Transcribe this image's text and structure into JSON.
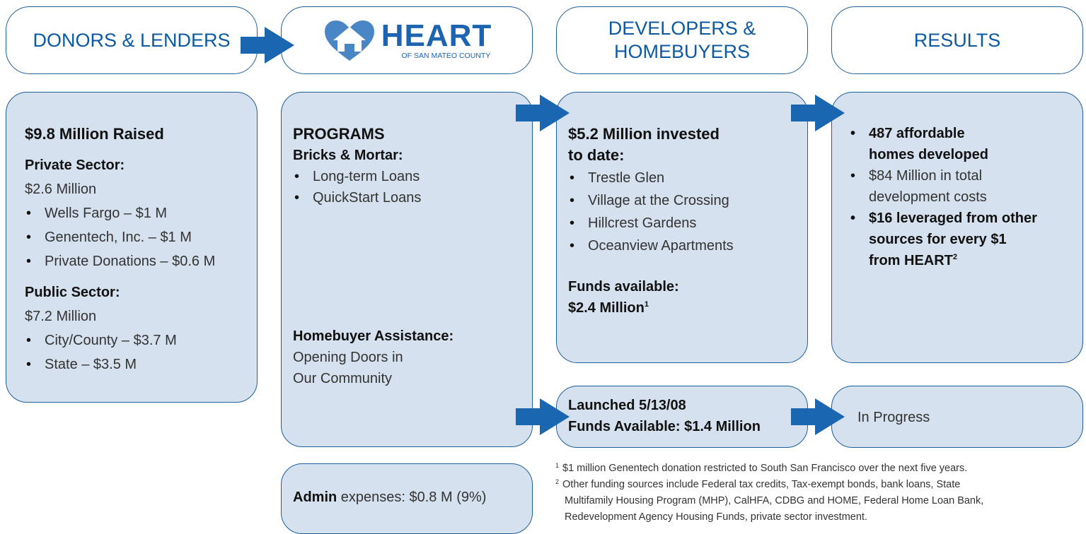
{
  "headers": {
    "donors": "DONORS & LENDERS",
    "logo_main": "HEART",
    "logo_sub": "OF SAN MATEO COUNTY",
    "developers_line1": "DEVELOPERS &",
    "developers_line2": "HOMEBUYERS",
    "results": "RESULTS"
  },
  "donors_box": {
    "title": "$9.8 Million Raised",
    "private_heading": "Private Sector:",
    "private_total": "$2.6 Million",
    "private_items": [
      "Wells Fargo – $1 M",
      "Genentech, Inc. – $1 M",
      "Private Donations – $0.6 M"
    ],
    "public_heading": "Public Sector:",
    "public_total": "$7.2 Million",
    "public_items": [
      "City/County – $3.7 M",
      "State – $3.5 M"
    ]
  },
  "programs_box": {
    "title": "PROGRAMS",
    "bricks_heading": "Bricks & Mortar:",
    "bricks_items": [
      "Long-term Loans",
      "QuickStart Loans"
    ],
    "homebuyer_heading": "Homebuyer Assistance:",
    "homebuyer_line1": "Opening Doors in",
    "homebuyer_line2": "Our Community"
  },
  "admin_box": {
    "label": "Admin",
    "text": " expenses: $0.8 M (9%)"
  },
  "invested_box": {
    "title_line1": "$5.2 Million invested",
    "title_line2": "to date:",
    "items": [
      "Trestle Glen",
      "Village at the Crossing",
      "Hillcrest Gardens",
      "Oceanview Apartments"
    ],
    "funds_label": "Funds available:",
    "funds_value": "$2.4 Million",
    "funds_footnote": "1"
  },
  "launched_box": {
    "line1": "Launched 5/13/08",
    "line2": "Funds Available: $1.4 Million"
  },
  "results_box": {
    "item1_line1": "487 affordable",
    "item1_line2": "homes developed",
    "item2_line1": "$84 Million in total",
    "item2_line2": "development costs",
    "item3_line1": "$16 leveraged from other",
    "item3_line2": "sources for every $1",
    "item3_line3": "from HEART",
    "item3_footnote": "2"
  },
  "progress_box": {
    "text": "In Progress"
  },
  "footnotes": {
    "fn1_mark": "1",
    "fn1": "$1 million Genentech donation restricted to South San Francisco over the next five years.",
    "fn2_mark": "2",
    "fn2_line1": "Other funding sources include Federal tax credits, Tax-exempt bonds, bank loans, State",
    "fn2_line2": "Multifamily Housing Program (MHP), CalHFA, CDBG and HOME, Federal Home Loan Bank,",
    "fn2_line3": "Redevelopment Agency Housing Funds, private sector investment."
  },
  "colors": {
    "accent": "#0b5aa3",
    "box_fill": "#d5e1ee",
    "border": "#1f5f9a",
    "arrow": "#1a66b0"
  }
}
